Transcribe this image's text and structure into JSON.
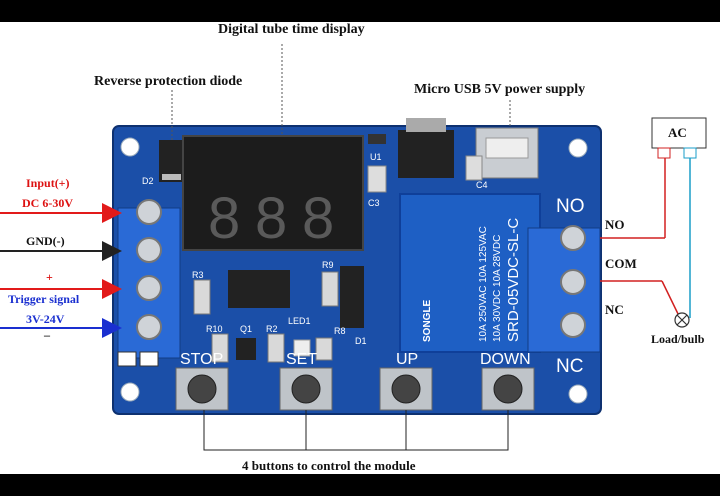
{
  "labels": {
    "digital_tube": "Digital tube time display",
    "reverse_diode": "Reverse protection diode",
    "micro_usb": "Micro USB 5V power supply",
    "input_plus": "Input(+)",
    "dc_range": "DC 6-30V",
    "gnd": "GND(-)",
    "plus": "+",
    "trigger": "Trigger signal",
    "trigger_range": "3V-24V",
    "minus": "–",
    "ac": "AC",
    "no": "NO",
    "com": "COM",
    "nc": "NC",
    "load": "Load/bulb",
    "buttons": "4 buttons to control the module"
  },
  "board": {
    "display_digits": [
      "8",
      "8",
      "8"
    ],
    "silk_no": "NO",
    "silk_nc": "NC",
    "silk_stop": "STOP",
    "silk_set": "SET",
    "silk_up": "UP",
    "silk_down": "DOWN",
    "silk_led1": "LED1",
    "silk_d2": "D2",
    "silk_d1": "D1",
    "silk_u1": "U1",
    "silk_c3": "C3",
    "silk_c4": "C4",
    "silk_r3": "R3",
    "silk_r8": "R8",
    "silk_r9": "R9",
    "silk_r10": "R10",
    "silk_r2": "R2",
    "silk_q1": "Q1",
    "relay_brand": "SONGLE",
    "relay_lines": [
      "10A 250VAC 10A 125VAC",
      "10A 30VDC 10A 28VDC",
      "SRD-05VDC-SL-C"
    ]
  },
  "colors": {
    "board": "#1b4fa8",
    "board_dark": "#123c85",
    "terminal": "#2a6ad6",
    "relay": "#1e5fc4",
    "arrow_red": "#e21a1a",
    "arrow_black": "#222222",
    "arrow_blue": "#1a2fd0",
    "wire_red": "#d22020",
    "wire_cyan": "#1a9ec8"
  }
}
